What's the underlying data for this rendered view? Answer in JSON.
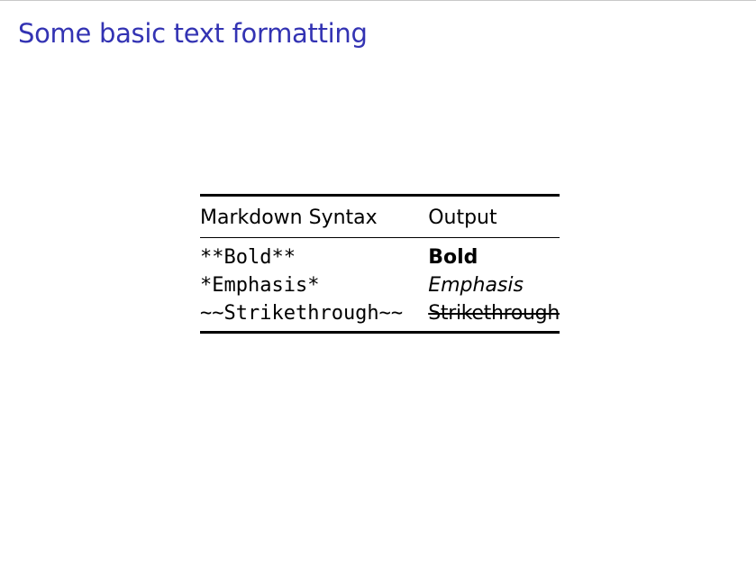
{
  "slide": {
    "title": "Some basic text formatting"
  },
  "table": {
    "headers": [
      "Markdown Syntax",
      "Output"
    ],
    "rows": [
      {
        "syntax": "**Bold**",
        "output": "Bold",
        "style": "bold"
      },
      {
        "syntax": "*Emphasis*",
        "output": "Emphasis",
        "style": "italic"
      },
      {
        "syntax": "~~Strikethrough~~",
        "output": "Strikethrough",
        "style": "strikethrough"
      }
    ]
  },
  "colors": {
    "title": "#3333b3",
    "text": "#000000"
  }
}
